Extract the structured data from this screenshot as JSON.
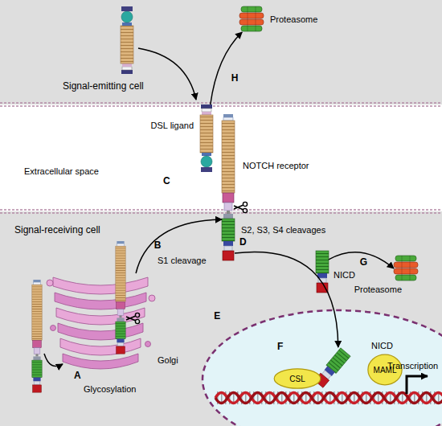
{
  "diagram": {
    "nodes": [
      {
        "text": [
          "Signal-emitting cell"
        ]
      },
      {
        "text": [
          "Proteasome"
        ],
        "in": 0
      },
      {
        "text": [
          "DSL ligand"
        ]
      },
      {
        "text": [
          "NOTCH receptor"
        ]
      },
      {
        "text": [
          "Signal-receiving cell"
        ]
      },
      {
        "text": [
          "Golgi"
        ],
        "in": 4
      },
      {
        "text": [
          "NICD"
        ],
        "in": 4
      },
      {
        "text": [
          "Proteasome"
        ],
        "in": 4
      },
      {
        "text": [
          "NICD"
        ],
        "in": 4
      },
      {
        "text": [
          "CSL"
        ],
        "in": 4
      },
      {
        "text": [
          "MAML"
        ],
        "in": 4
      }
    ],
    "edges": [
      {
        "from": 5,
        "to": 3,
        "arrow": "to",
        "label": "B"
      },
      {
        "from": 2,
        "to": 1,
        "arrow": "to",
        "label": "H"
      },
      {
        "from": 3,
        "to": 8,
        "arrow": "to",
        "label": "E"
      },
      {
        "from": 6,
        "to": 7,
        "arrow": "to",
        "label": "G"
      }
    ],
    "labels": [
      "Extracellular space",
      "C",
      "S2, S3, S4 cleavages",
      "D",
      "S1 cleavage",
      "A",
      "Glycosylation",
      "F",
      "Transcription"
    ]
  }
}
